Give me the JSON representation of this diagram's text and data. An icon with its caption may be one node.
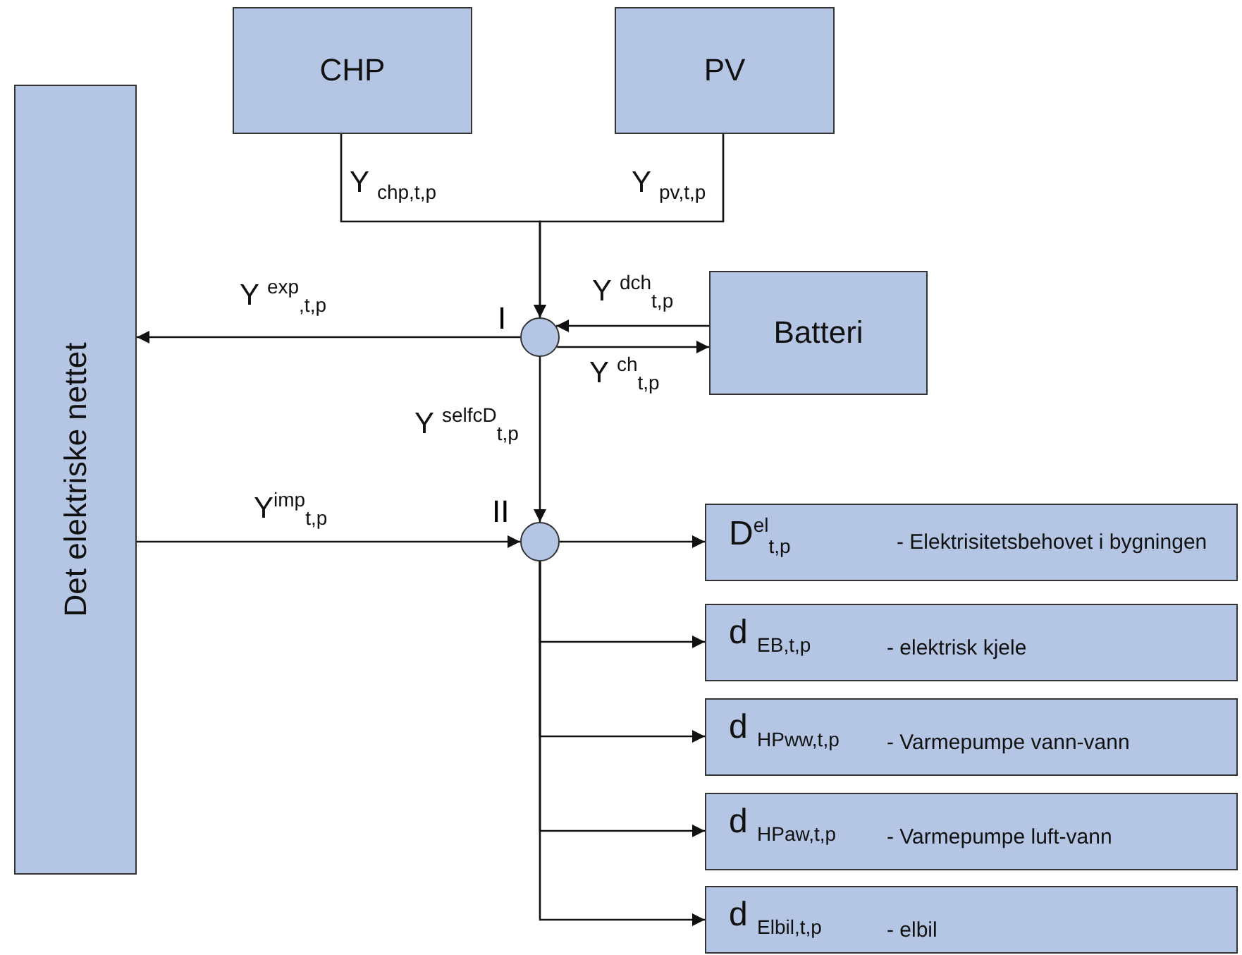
{
  "diagram": {
    "nodes": [
      {
        "text": [
          "CHP"
        ]
      },
      {
        "text": [
          "PV"
        ]
      },
      {
        "text": [
          "Det elektriske nettet"
        ]
      },
      {
        "text": [],
        "shape": "circle",
        "beside": [
          "I"
        ]
      },
      {
        "text": [
          "Batteri"
        ]
      },
      {
        "text": [],
        "shape": "circle",
        "beside": [
          "II"
        ]
      },
      {
        "text": [
          "D$^{el}$$_{t,p}$",
          "- Elektrisitetsbehovet i bygningen"
        ]
      },
      {
        "text": [
          "d $_{EB,t,p}$",
          "- elektrisk kjele"
        ]
      },
      {
        "text": [
          "d $_{HPww,t,p}$",
          "- Varmepumpe vann-vann"
        ]
      },
      {
        "text": [
          "d $_{HPaw,t,p}$",
          "- Varmepumpe luft-vann"
        ]
      },
      {
        "text": [
          "d $_{Elbil,t,p}$",
          "- elbil"
        ]
      }
    ],
    "edges": [
      {
        "from": 0,
        "to": 3,
        "arrow": "to",
        "label": "Y $_{chp,t,p}$"
      },
      {
        "from": 1,
        "to": 3,
        "arrow": "to",
        "label": "Y $_{pv,t,p}$"
      },
      {
        "from": 3,
        "to": 2,
        "arrow": "to",
        "label": "Y $^{exp}$$_{,t,p}$"
      },
      {
        "from": 4,
        "to": 3,
        "arrow": "to",
        "label": "Y $^{dch}$$_{t,p}$"
      },
      {
        "from": 3,
        "to": 4,
        "arrow": "to",
        "label": "Y $^{ch}$$_{t,p}$"
      },
      {
        "from": 3,
        "to": 5,
        "arrow": "to",
        "label": "Y $^{selfcD}$$_{t,p}$"
      },
      {
        "from": 2,
        "to": 5,
        "arrow": "to",
        "label": "Y$^{imp}$$_{t,p}$"
      },
      {
        "from": 5,
        "to": 6,
        "arrow": "to"
      },
      {
        "from": 5,
        "to": 7,
        "arrow": "to"
      },
      {
        "from": 5,
        "to": 8,
        "arrow": "to"
      },
      {
        "from": 5,
        "to": 9,
        "arrow": "to"
      },
      {
        "from": 5,
        "to": 10,
        "arrow": "to"
      }
    ]
  }
}
